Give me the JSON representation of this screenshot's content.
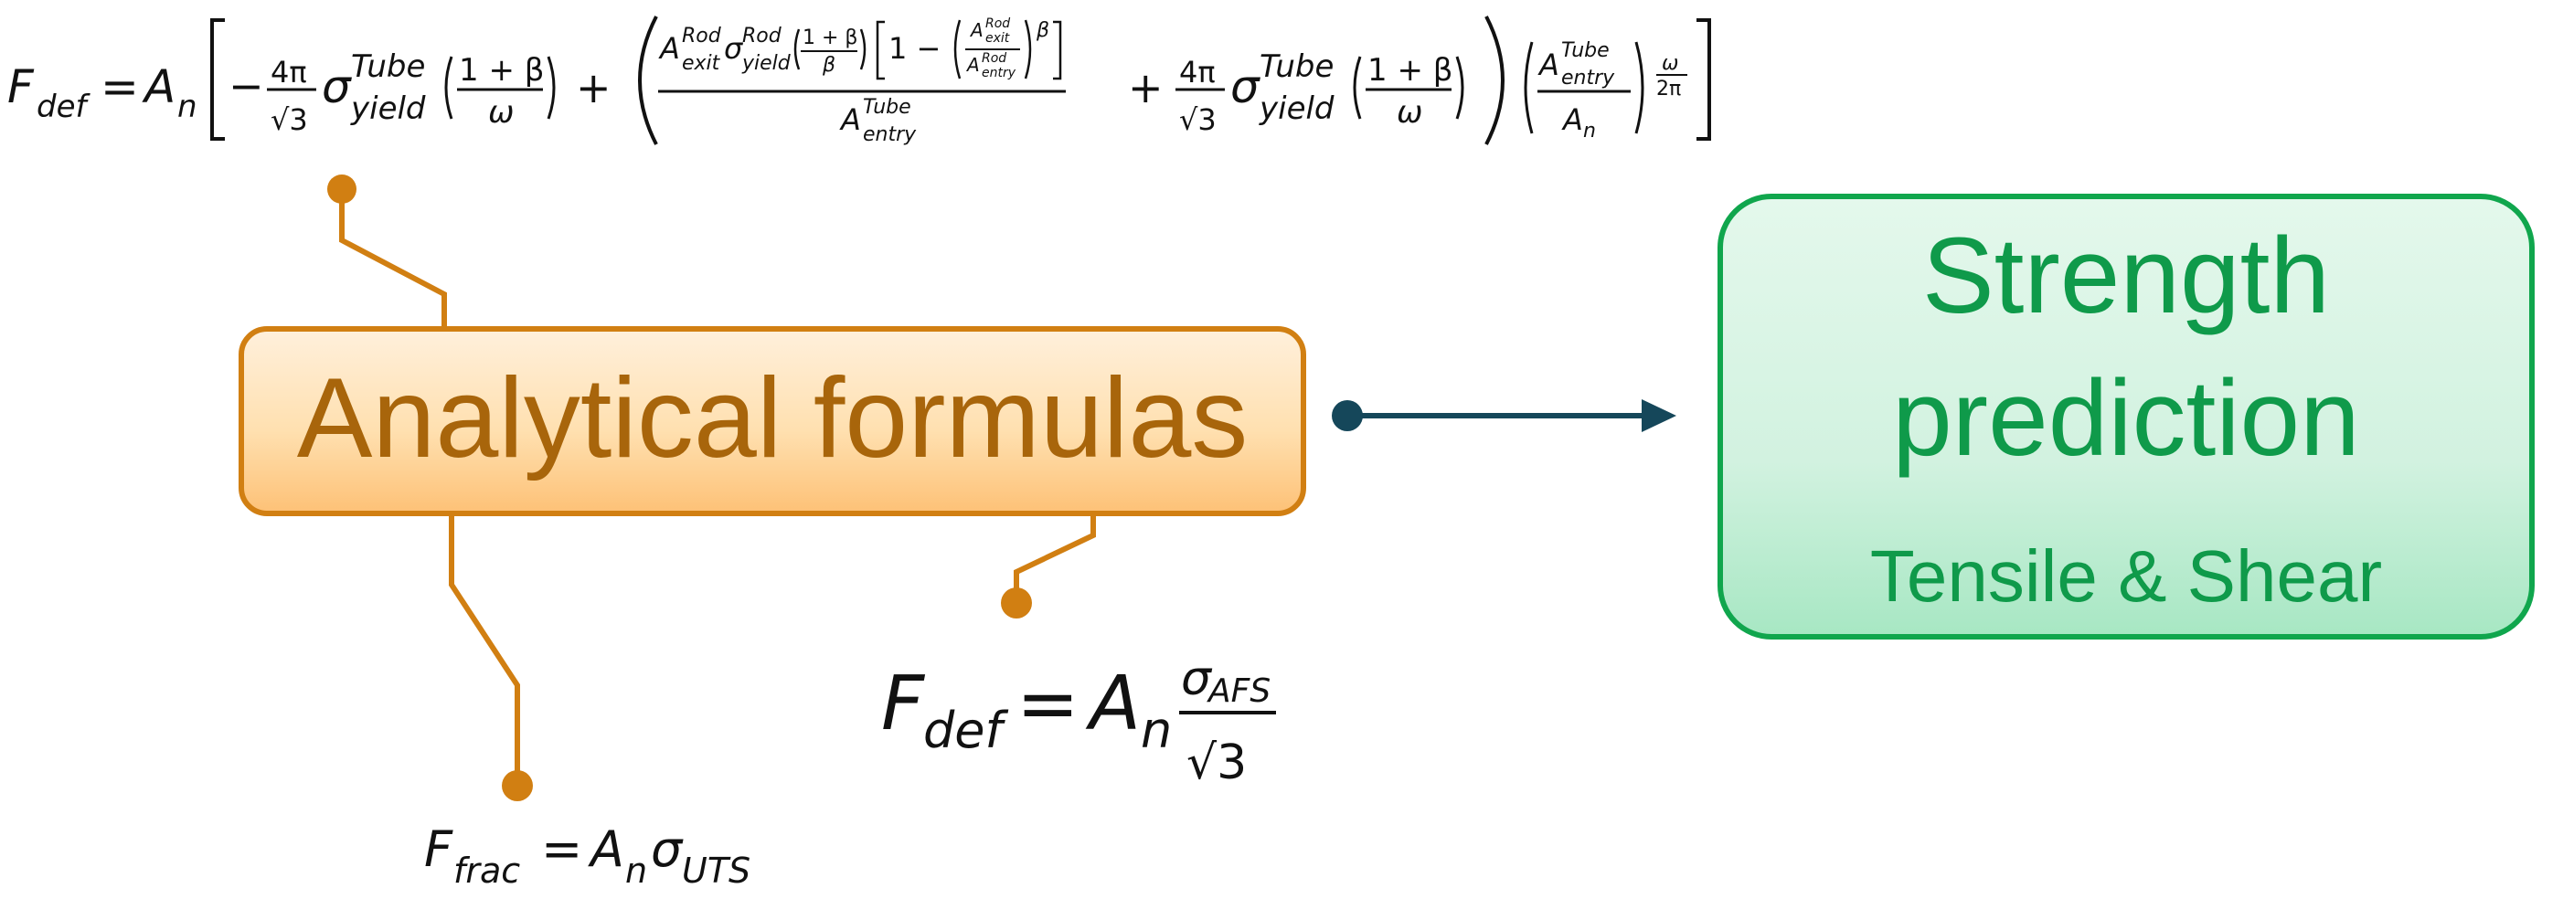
{
  "top_formula": {
    "lhs": "F",
    "lhs_sub": "def",
    "An": "A",
    "An_sub": "n",
    "term1_coeff_num": "4π",
    "term1_coeff_den": "√3",
    "sigma": "σ",
    "tube_sup": "Tube",
    "yield_sub": "yield",
    "frac_num": "1 + β",
    "frac_den_omega": "ω",
    "rod_sup": "Rod",
    "exit_sub": "exit",
    "entry_sub": "entry",
    "beta": "β",
    "frac_den_beta": "β",
    "one_minus": "1 −",
    "omega": "ω",
    "two_pi": "2π",
    "plus": "+",
    "minus": "−",
    "equals": "="
  },
  "analytical_box": {
    "label": "Analytical formulas"
  },
  "strength_box": {
    "title_line1": "Strength",
    "title_line2": "prediction",
    "subtitle": "Tensile & Shear"
  },
  "formula_def": {
    "lhs": "F",
    "lhs_sub": "def",
    "equals": "=",
    "An": "A",
    "An_sub": "n",
    "num_sigma": "σ",
    "num_sub": "AFS",
    "den": "√3"
  },
  "formula_frac": {
    "lhs": "F",
    "lhs_sub": "frac",
    "equals": "=",
    "An": "A",
    "An_sub": "n",
    "sigma": "σ",
    "sigma_sub": "UTS"
  },
  "colors": {
    "orange_line": "#d17f12",
    "orange_text": "#a8650b",
    "green_border": "#10a64d",
    "green_text": "#0f9a4a",
    "arrow": "#15475a"
  }
}
